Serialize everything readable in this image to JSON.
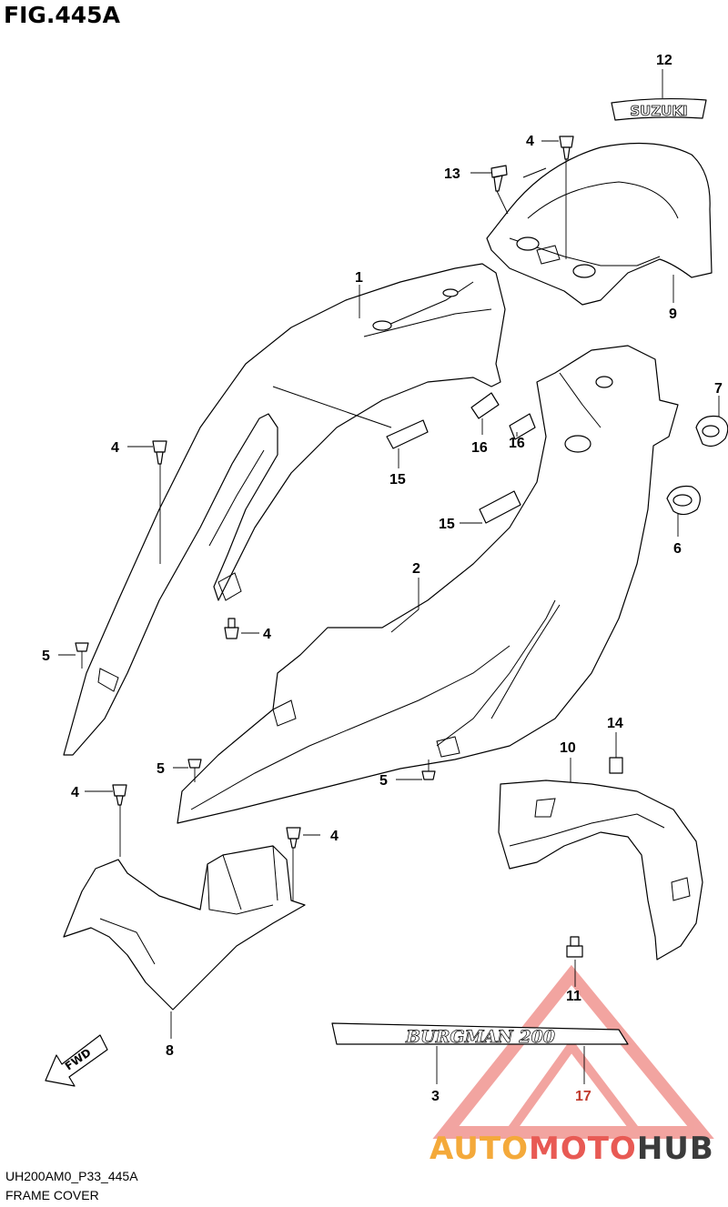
{
  "figure": {
    "title": "FIG.445A",
    "code": "UH200AM0_P33_445A",
    "name": "FRAME COVER"
  },
  "parts": {
    "p1": "1",
    "p2": "2",
    "p3": "3",
    "p4a": "4",
    "p4b": "4",
    "p4c": "4",
    "p4d": "4",
    "p4e": "4",
    "p5a": "5",
    "p5b": "5",
    "p5c": "5",
    "p6": "6",
    "p7": "7",
    "p8": "8",
    "p9": "9",
    "p10": "10",
    "p11": "11",
    "p12": "12",
    "p13": "13",
    "p14": "14",
    "p15a": "15",
    "p15b": "15",
    "p16a": "16",
    "p16b": "16",
    "p17": "17"
  },
  "emblems": {
    "brand": "SUZUKI",
    "model": "BURGMAN 200",
    "fwd": "FWD"
  },
  "watermark": {
    "part1": "AUTO",
    "part2": "MOTO",
    "part3": "HUB",
    "color_auto": "#f4a93a",
    "color_moto": "#e85a54",
    "color_hub": "#3b3b3b"
  }
}
